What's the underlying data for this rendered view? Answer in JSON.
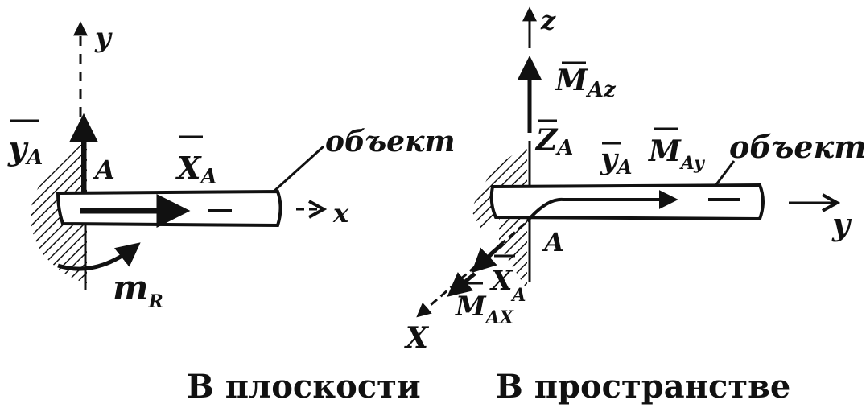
{
  "left": {
    "axis_y": "y",
    "axis_x": "x",
    "point": "A",
    "force_y": "y",
    "force_y_sub": "A",
    "force_x": "X",
    "force_x_sub": "A",
    "object": "объект",
    "moment": "m",
    "moment_sub": "R",
    "caption": "В плоскости"
  },
  "right": {
    "axis_z": "z",
    "axis_y": "y",
    "axis_x": "X",
    "point": "A",
    "moment_z": "M",
    "moment_z_sub": "Az",
    "force_z": "Z",
    "force_z_sub": "A",
    "force_y": "y",
    "force_y_sub": "A",
    "moment_y": "M",
    "moment_y_sub": "Ay",
    "object": "объект",
    "force_x": "X",
    "force_x_sub": "A",
    "moment_x": "M",
    "moment_x_sub": "AX",
    "caption": "В пространстве"
  },
  "colors": {
    "ink": "#111111",
    "paper": "#ffffff"
  }
}
